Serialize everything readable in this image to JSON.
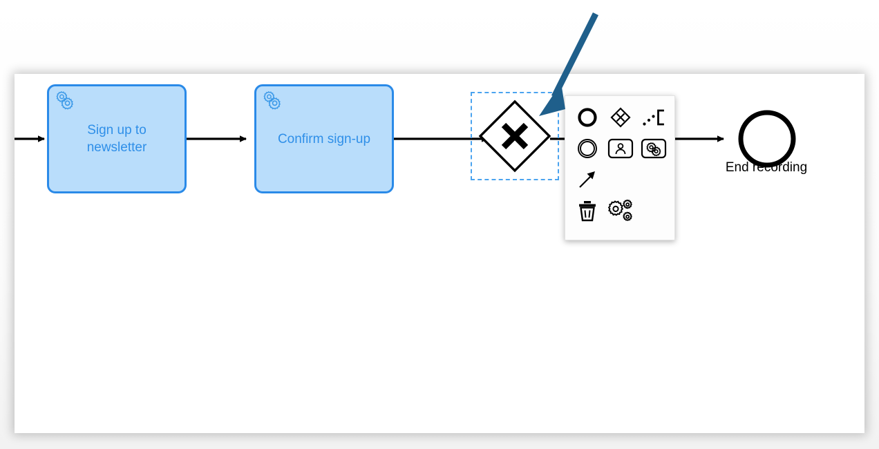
{
  "app": {
    "type": "bpmn-process-diagram",
    "canvas_background": "#ffffff",
    "accent_color": "#2a8ae8",
    "task_fill": "#b9ddfb",
    "selection_color": "#4aa3ef",
    "annotation_arrow_color": "#1f5f8b"
  },
  "diagram": {
    "tasks": [
      {
        "id": "task-sign-up",
        "label": "Sign up to\nnewsletter",
        "icon": "service-task-gears-icon",
        "selected": false
      },
      {
        "id": "task-confirm",
        "label": "Confirm sign-up",
        "icon": "service-task-gears-icon",
        "selected": false
      }
    ],
    "gateway": {
      "id": "exclusive-gateway",
      "type": "exclusive-gateway",
      "marker": "X",
      "label": "",
      "selected": true
    },
    "end_event": {
      "id": "end-event",
      "type": "end-event",
      "label": "End recording"
    },
    "flows": [
      {
        "from": "canvas-start",
        "to": "task-sign-up"
      },
      {
        "from": "task-sign-up",
        "to": "task-confirm"
      },
      {
        "from": "task-confirm",
        "to": "exclusive-gateway"
      },
      {
        "from": "exclusive-gateway",
        "to": "end-event"
      }
    ]
  },
  "context_pad": {
    "title": "",
    "rows": [
      [
        {
          "name": "append-end-event",
          "icon": "circle-icon",
          "label": "Append EndEvent"
        },
        {
          "name": "append-gateway",
          "icon": "gateway-diamond-icon",
          "label": "Append Gateway"
        },
        {
          "name": "append-text-annotation",
          "icon": "text-annotation-icon",
          "label": "Append TextAnnotation"
        }
      ],
      [
        {
          "name": "append-intermediate-event",
          "icon": "double-circle-icon",
          "label": "Append Intermediate/Boundary Event"
        },
        {
          "name": "append-user-task",
          "icon": "user-task-icon",
          "label": "Append User Task"
        },
        {
          "name": "append-service-task",
          "icon": "service-task-icon",
          "label": "Append Service Task"
        }
      ],
      [
        {
          "name": "connect",
          "icon": "connect-arrow-icon",
          "label": "Connect"
        }
      ],
      [
        {
          "name": "delete",
          "icon": "trash-icon",
          "label": "Remove"
        },
        {
          "name": "change-type",
          "icon": "gears-settings-icon",
          "label": "Change type"
        }
      ]
    ]
  },
  "annotation": {
    "arrow": {
      "name": "pointer-arrow-annotation",
      "direction": "down-left",
      "color": "#1f5f8b"
    }
  }
}
